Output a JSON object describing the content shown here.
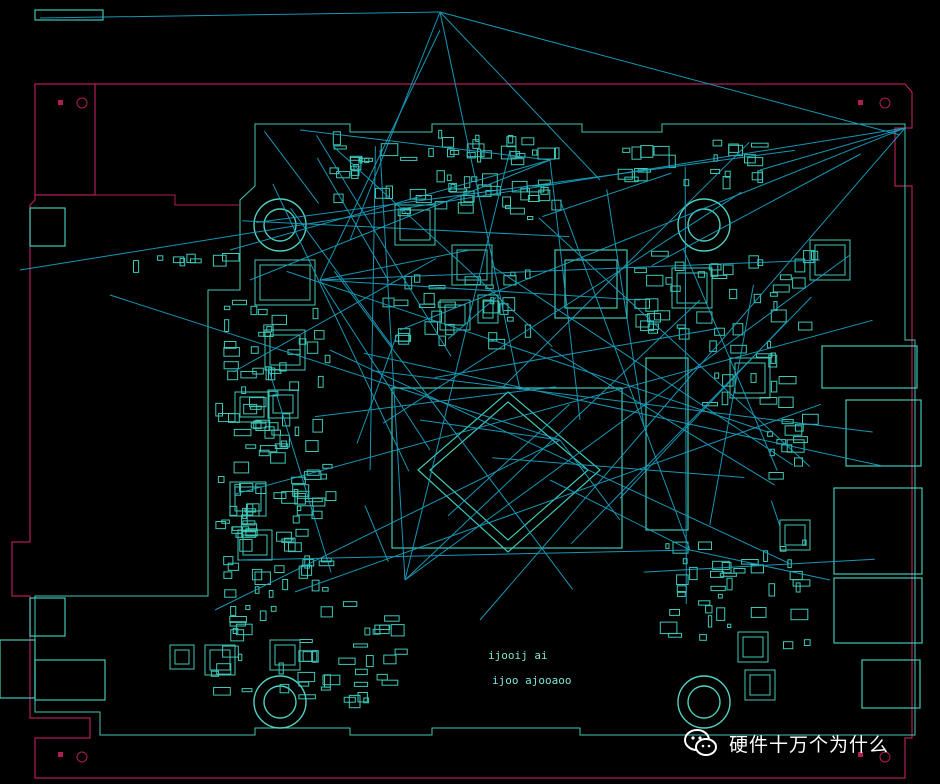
{
  "colors": {
    "background": "#000000",
    "board_outline": "#b01e5a",
    "component_outline": "#3fc8b8",
    "ratsnest": "#1aa7c8",
    "silkscreen": "#7fe6d8",
    "hole": "#4fd2c2",
    "watermark_text": "#ffffff"
  },
  "watermark": {
    "icon": "wechat-icon",
    "text": "硬件十万个为什么"
  },
  "silk_labels": [
    "ijooij ai",
    "ijoo ajooaoo"
  ]
}
